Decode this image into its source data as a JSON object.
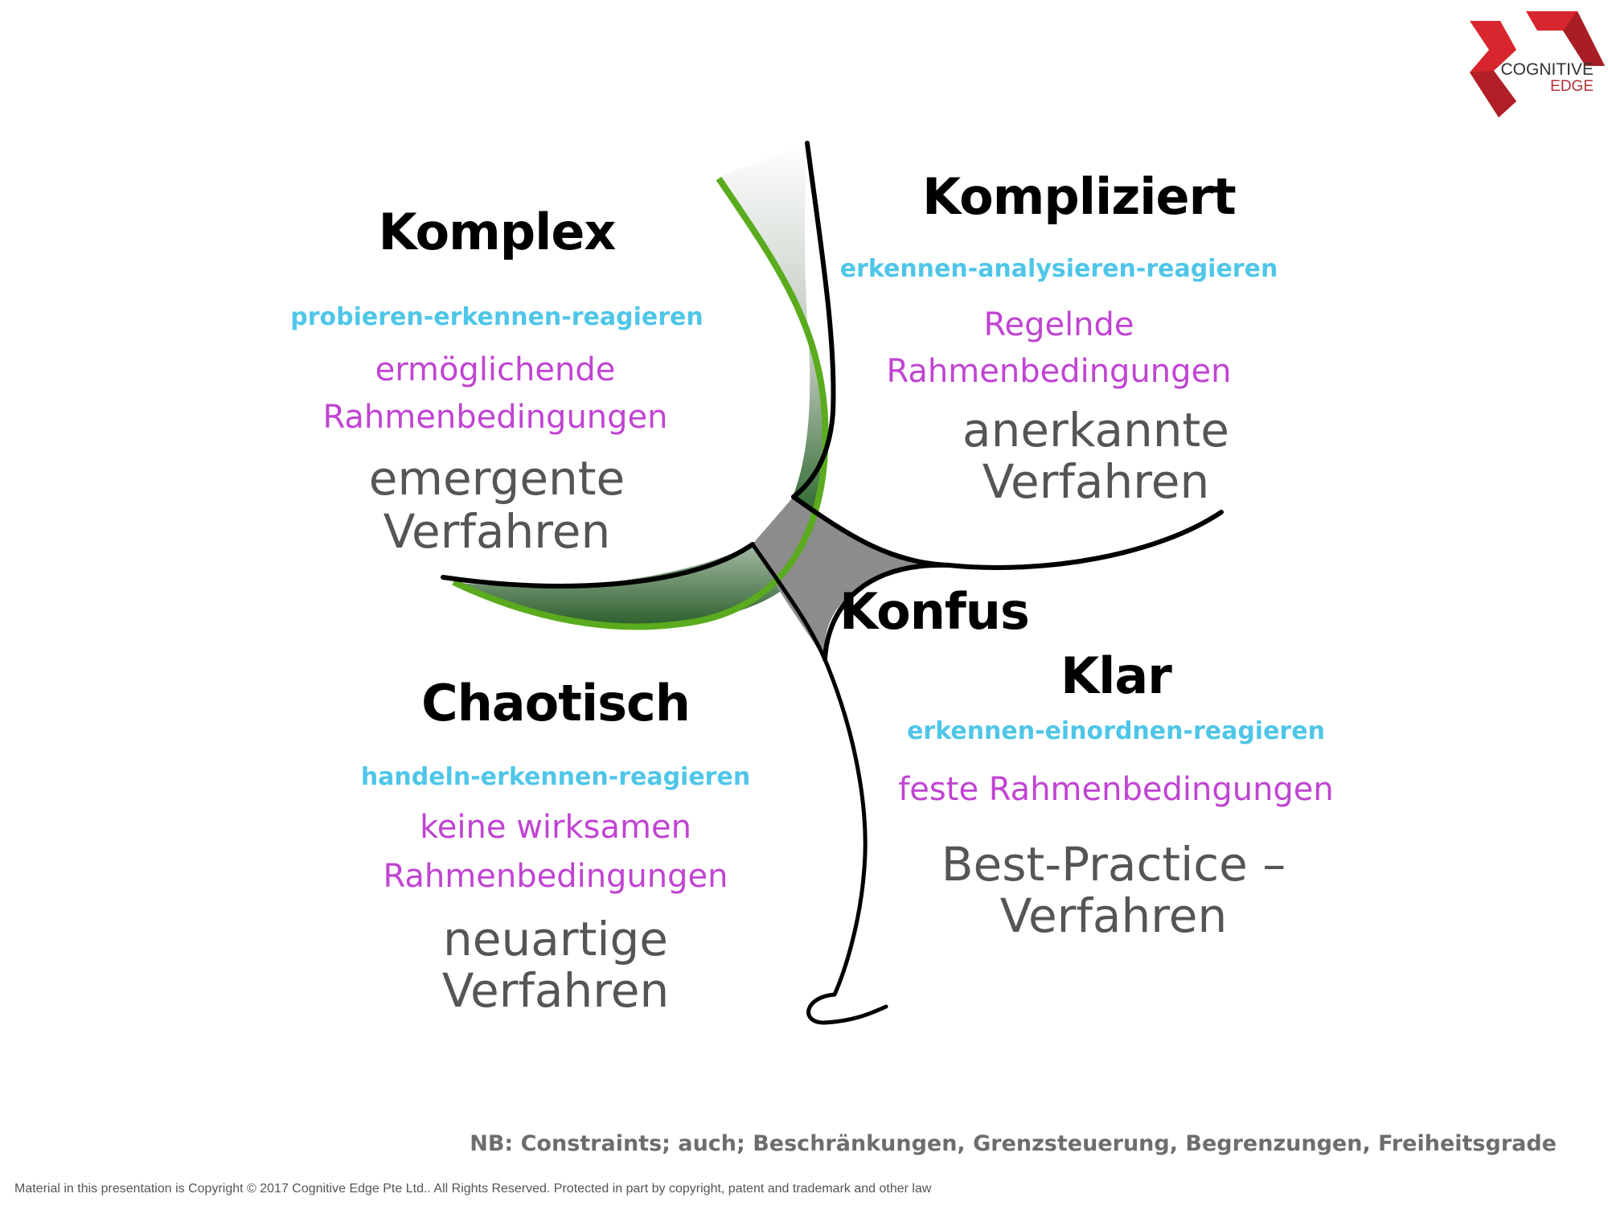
{
  "logo": {
    "line1": "COGNITIVE",
    "line2": "EDGE",
    "brand_color": "#d8262e"
  },
  "domains": {
    "komplex": {
      "title": "Komplex",
      "approach": "probieren-erkennen-reagieren",
      "constraints": [
        "ermöglichende",
        "Rahmenbedingungen"
      ],
      "practice": [
        "emergente",
        "Verfahren"
      ]
    },
    "kompliziert": {
      "title": "Kompliziert",
      "approach": "erkennen-analysieren-reagieren",
      "constraints": [
        "Regelnde",
        "Rahmenbedingungen"
      ],
      "practice": [
        "anerkannte",
        "Verfahren"
      ]
    },
    "konfus": {
      "title": "Konfus"
    },
    "klar": {
      "title": "Klar",
      "approach": "erkennen-einordnen-reagieren",
      "constraints": [
        "feste Rahmenbedingungen"
      ],
      "practice": [
        "Best-Practice –",
        "Verfahren"
      ]
    },
    "chaotisch": {
      "title": "Chaotisch",
      "approach": "handeln-erkennen-reagieren",
      "constraints": [
        "keine wirksamen",
        "Rahmenbedingungen"
      ],
      "practice": [
        "neuartige",
        "Verfahren"
      ]
    }
  },
  "note": "NB: Constraints; auch; Beschränkungen, Grenzsteuerung, Begrenzungen, Freiheitsgrade",
  "copyright": "Material in this presentation is Copyright © 2017 Cognitive Edge Pte Ltd.. All Rights Reserved. Protected in part by copyright, patent and trademark and other law",
  "colors": {
    "approach": "#4fc6e8",
    "constraints": "#c044d2",
    "practice": "#555555",
    "band": "#5aab1e"
  }
}
